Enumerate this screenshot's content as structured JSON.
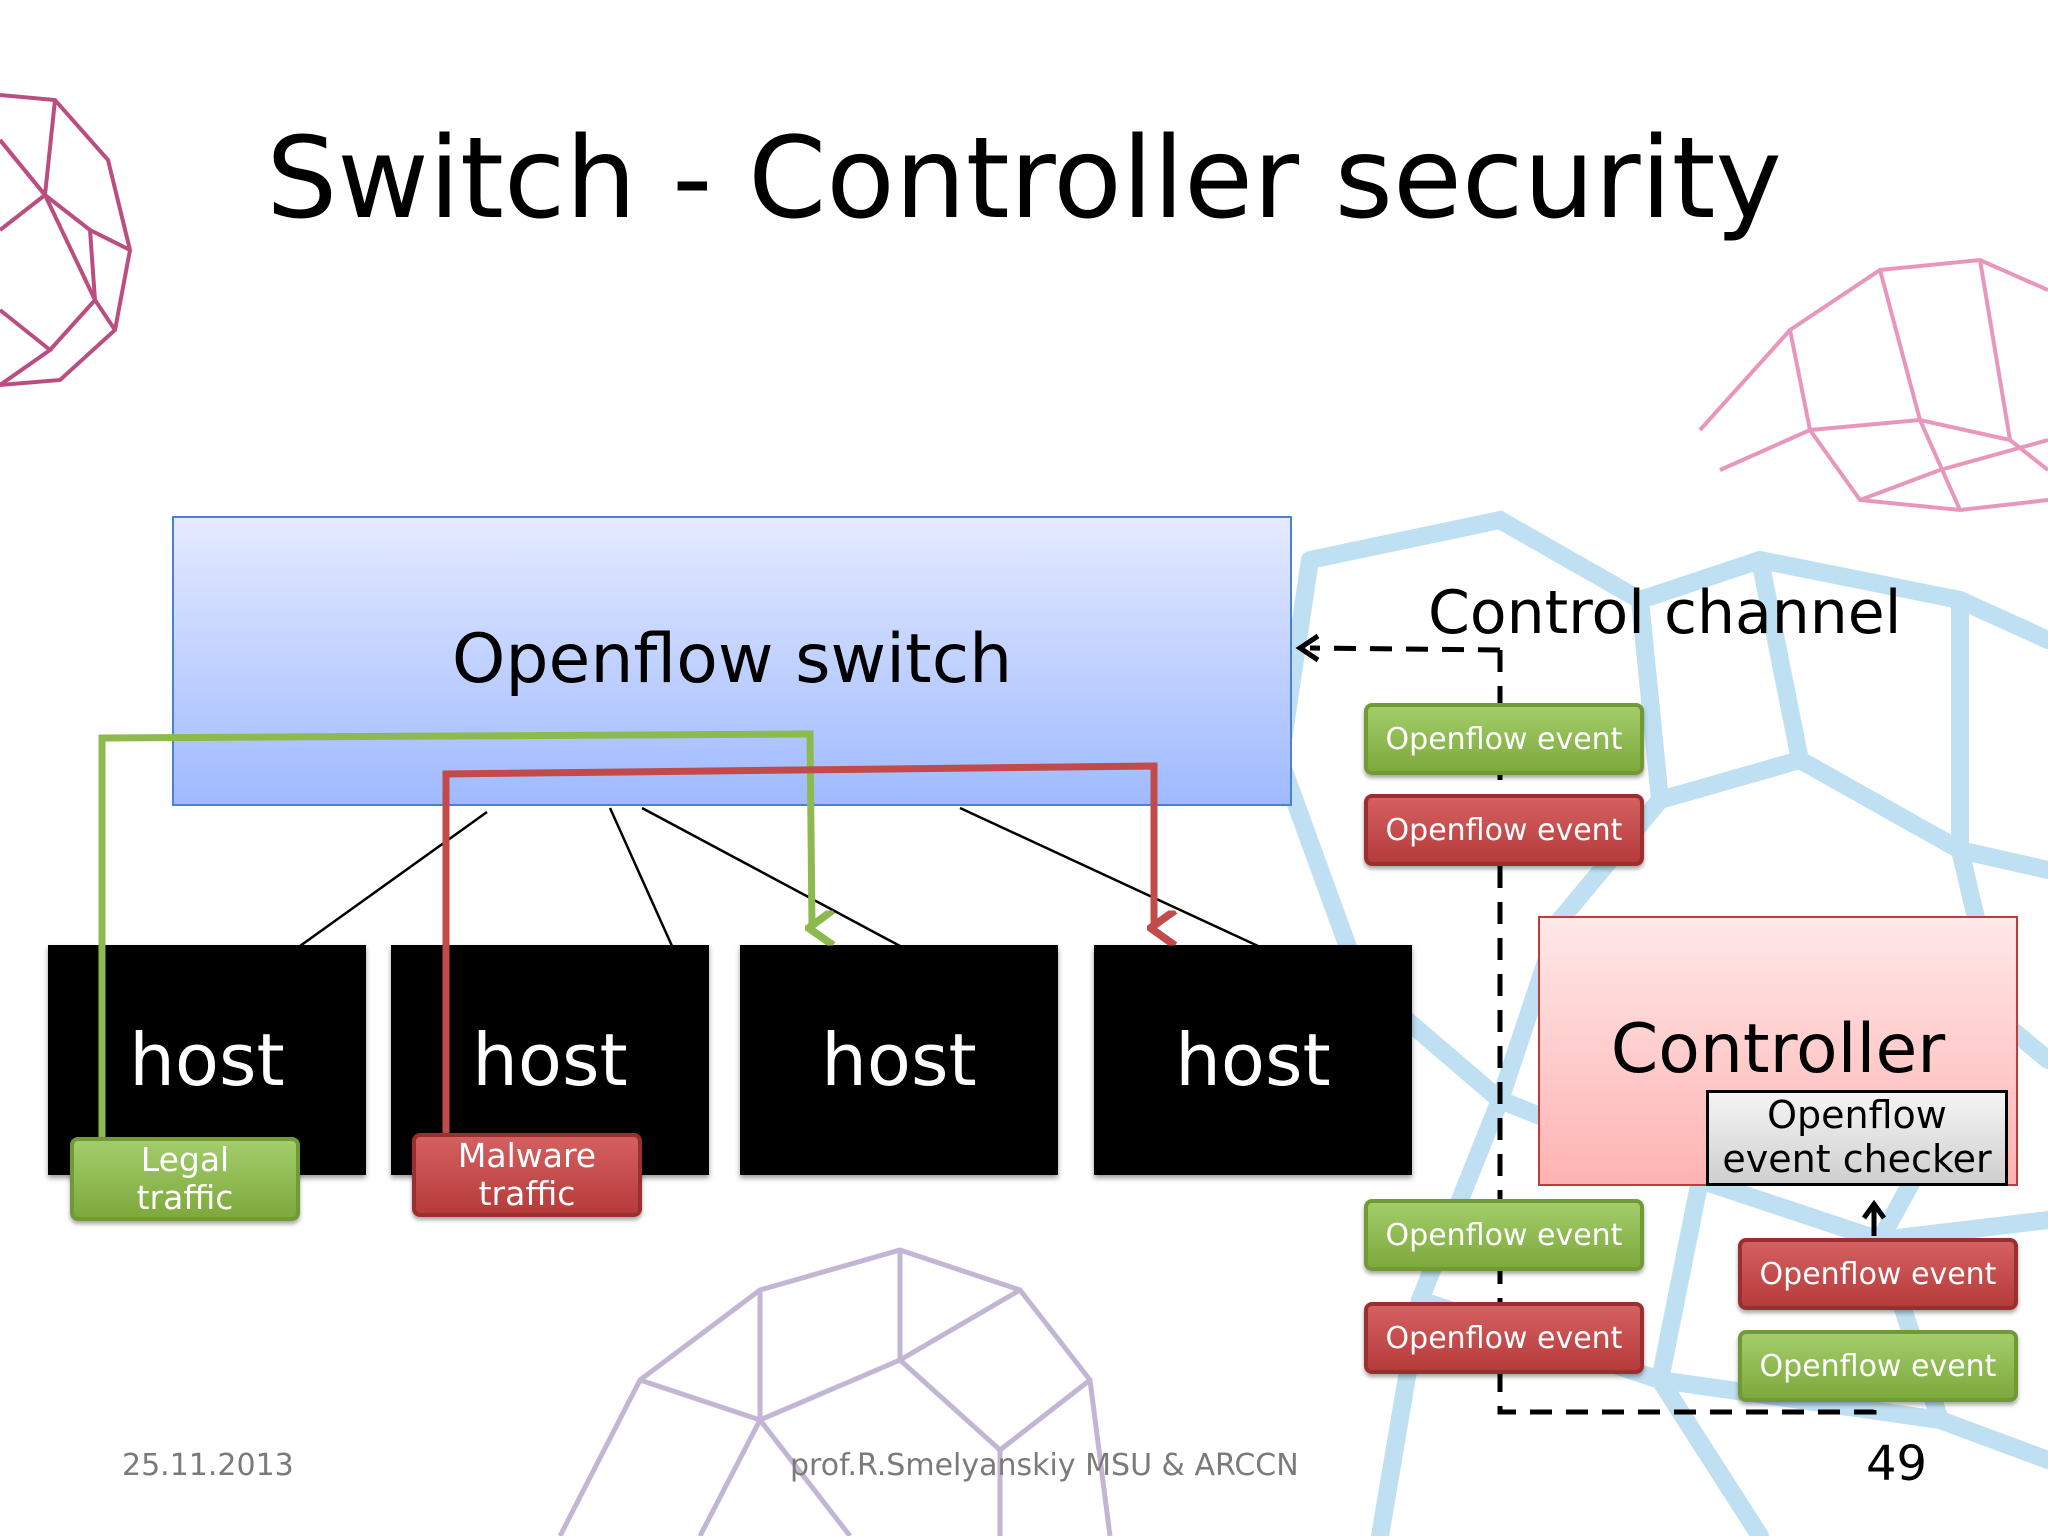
{
  "title": "Switch - Controller security",
  "switch": {
    "label": "Openflow switch"
  },
  "hosts": [
    "host",
    "host",
    "host",
    "host"
  ],
  "traffic": {
    "legal": [
      "Legal",
      "traffic"
    ],
    "malware": [
      "Malware",
      "traffic"
    ]
  },
  "control_channel": "Control channel",
  "controller": {
    "label": "Controller",
    "checker": [
      "Openflow",
      "event checker"
    ]
  },
  "events": {
    "top_green": "Openflow event",
    "top_red": "Openflow event",
    "bottom_green": "Openflow event",
    "bottom_red": "Openflow event",
    "right_red": "Openflow event",
    "right_green": "Openflow event"
  },
  "footer": {
    "date": "25.11.2013",
    "author": "prof.R.Smelyanskiy MSU & ARCCN",
    "page": "49"
  },
  "colors": {
    "legal": "#8dba4e",
    "malware": "#c24a4a",
    "switch_fill": "#b8ccff",
    "controller_fill": "#ffc8c8"
  }
}
